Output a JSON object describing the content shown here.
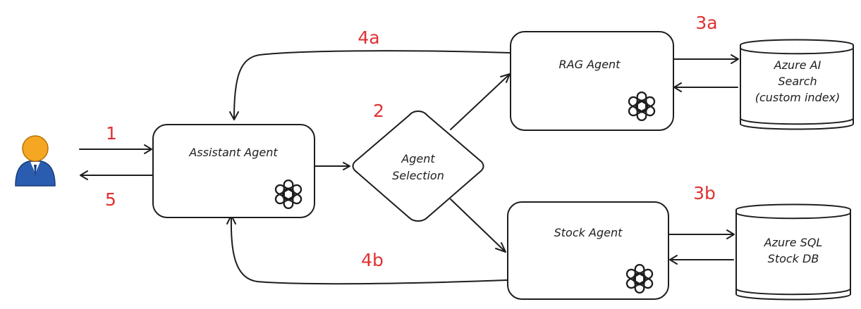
{
  "colors": {
    "step_number": "#e03131",
    "stroke": "#1e1e1e",
    "user_head": "#f5a623",
    "user_body": "#2a5db0"
  },
  "nodes": {
    "assistant": {
      "label": "Assistant Agent",
      "icon": "openai-icon"
    },
    "selection": {
      "label_line1": "Agent",
      "label_line2": "Selection"
    },
    "rag": {
      "label": "RAG Agent",
      "icon": "openai-icon"
    },
    "stock": {
      "label": "Stock Agent",
      "icon": "openai-icon"
    },
    "search_db": {
      "line1": "Azure AI",
      "line2": "Search",
      "line3": "(custom index)"
    },
    "sql_db": {
      "line1": "Azure SQL",
      "line2": "Stock DB"
    },
    "user": {
      "icon": "user-icon"
    }
  },
  "steps": {
    "s1": "1",
    "s2": "2",
    "s3a": "3a",
    "s3b": "3b",
    "s4a": "4a",
    "s4b": "4b",
    "s5": "5"
  }
}
